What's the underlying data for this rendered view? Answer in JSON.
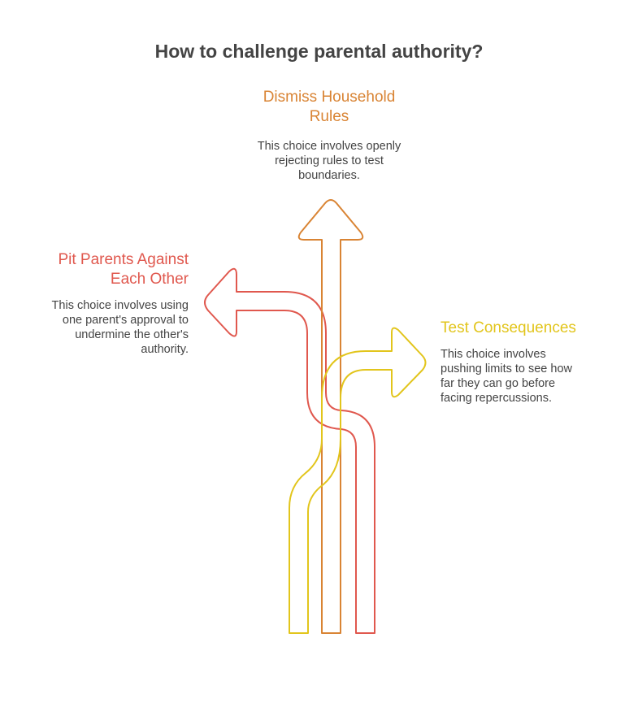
{
  "title": "How to challenge parental authority?",
  "colors": {
    "dismiss": "#D98434",
    "pit": "#E0584E",
    "test": "#E2C51C",
    "text": "#444444"
  },
  "options": {
    "dismiss": {
      "heading": "Dismiss Household\nRules",
      "description": "This choice involves openly\nrejecting rules to test\nboundaries."
    },
    "pit": {
      "heading": "Pit Parents Against\nEach Other",
      "description": "This choice involves using\none parent's approval to\nundermine the other's\nauthority."
    },
    "test": {
      "heading": "Test Consequences",
      "description": "This choice involves\npushing limits to see how\nfar they can go before\nfacing repercussions."
    }
  }
}
